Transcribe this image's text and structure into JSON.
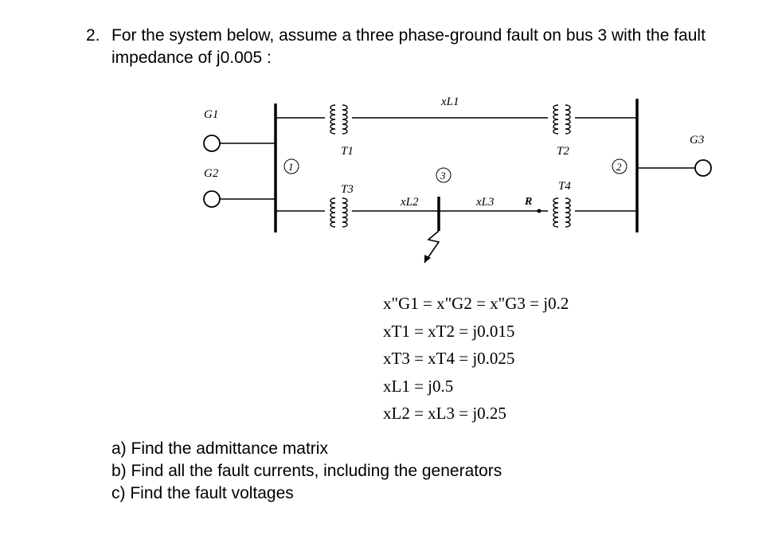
{
  "question": {
    "number": "2.",
    "text": "For the system below, assume a  three phase-ground fault on bus 3 with the fault impedance of j0.005 :"
  },
  "diagram": {
    "generators": [
      "G1",
      "G2",
      "G3"
    ],
    "transformers": [
      "T1",
      "T2",
      "T3",
      "T4"
    ],
    "lines": [
      "xL1",
      "xL2",
      "xL3"
    ],
    "buses": [
      "1",
      "2",
      "3"
    ],
    "resistor_label": "R"
  },
  "equations": [
    "x\"G1 = x\"G2 = x\"G3 = j0.2",
    "xT1 = xT2 = j0.015",
    "xT3 = xT4 = j0.025",
    "xL1 = j0.5",
    "xL2 = xL3 = j0.25"
  ],
  "tasks": [
    "a)  Find the admittance matrix",
    "b)  Find all the fault currents, including the generators",
    "c)  Find the fault voltages"
  ]
}
